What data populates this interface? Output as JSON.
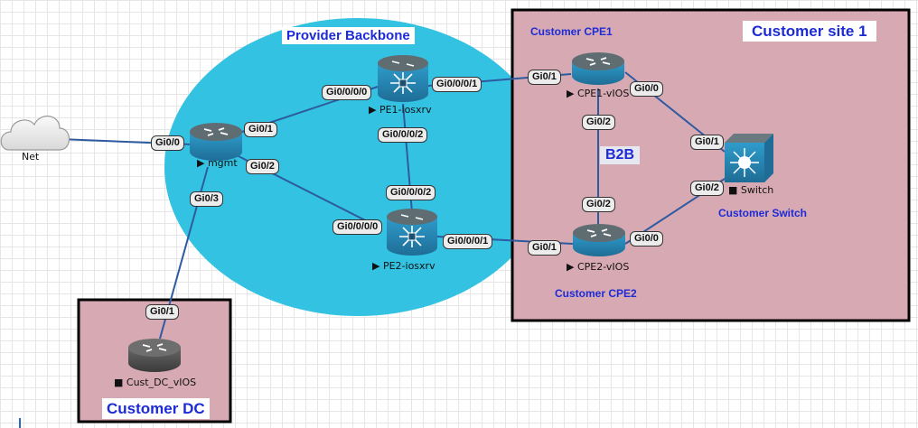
{
  "areas": {
    "provider_backbone": "Provider Backbone",
    "customer_site_1": "Customer site 1",
    "customer_dc": "Customer DC",
    "b2b": "B2B"
  },
  "captions": {
    "customer_cpe1": "Customer CPE1",
    "customer_cpe2": "Customer CPE2",
    "customer_switch": "Customer Switch"
  },
  "nodes": {
    "net": "Net",
    "mgmt": "mgmt",
    "pe1": "PE1-iosxrv",
    "pe2": "PE2-iosxrv",
    "cpe1": "CPE1-vIOS",
    "cpe2": "CPE2-vIOS",
    "switch": "Switch",
    "cust_dc": "Cust_DC_vIOS"
  },
  "ports": {
    "mgmt_gi0_0": "Gi0/0",
    "mgmt_gi0_1": "Gi0/1",
    "mgmt_gi0_2": "Gi0/2",
    "mgmt_gi0_3": "Gi0/3",
    "pe1_mgmt": "Gi0/0/0/0",
    "pe1_down": "Gi0/0/0/2",
    "pe1_cpe": "Gi0/0/0/1",
    "pe2_up": "Gi0/0/0/2",
    "pe2_mgmt": "Gi0/0/0/0",
    "pe2_cpe": "Gi0/0/0/1",
    "cpe1_pe": "Gi0/1",
    "cpe1_sw": "Gi0/0",
    "cpe1_b2b": "Gi0/2",
    "cpe2_b2b": "Gi0/2",
    "cpe2_pe": "Gi0/1",
    "cpe2_sw": "Gi0/0",
    "sw_cpe1": "Gi0/1",
    "sw_cpe2": "Gi0/2",
    "dc_mgmt": "Gi0/1"
  },
  "colors": {
    "backbone": "#33c2e1",
    "site": "#d7a9b3",
    "border": "#000000",
    "title": "#1d2bd6",
    "router_top": "#5f6d73",
    "router_side": "#2e8cb8",
    "router_dc": "#4a4a4a",
    "link": "#2d5aa0"
  }
}
